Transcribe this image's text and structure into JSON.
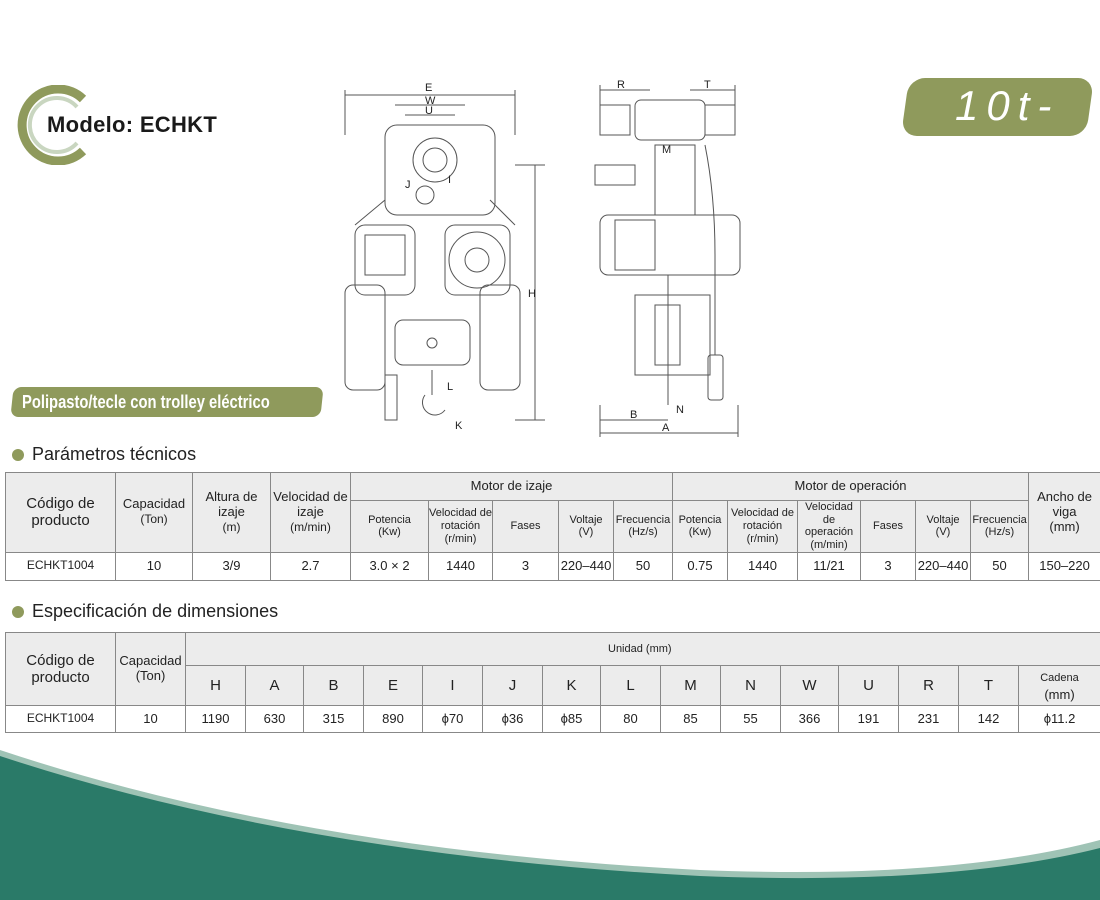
{
  "header": {
    "model_label": "Modelo: ECHKT",
    "capacity_badge": "10t-",
    "subtitle": "Polipasto/tecle con trolley eléctrico"
  },
  "drawing": {
    "labels": {
      "E": "E",
      "W": "W",
      "U": "U",
      "J": "J",
      "I": "I",
      "H": "H",
      "L": "L",
      "K": "K",
      "R": "R",
      "T": "T",
      "M": "M",
      "N": "N",
      "B": "B",
      "A": "A"
    }
  },
  "colors": {
    "accent": "#8f9a5c",
    "wave": "#2a7a68"
  },
  "technical": {
    "title": "Parámetros técnicos",
    "headers": {
      "code": "Código de producto",
      "capacity": "Capacidad",
      "capacity_unit": "(Ton)",
      "height": "Altura de izaje",
      "height_unit": "(m)",
      "speed": "Velocidad de izaje",
      "speed_unit": "(m/min)",
      "lift_motor": "Motor de izaje",
      "travel_motor": "Motor de operación",
      "beam": "Ancho de viga",
      "beam_unit": "(mm)",
      "power": "Potencia",
      "power_unit": "(Kw)",
      "rot_speed": "Velocidad de rotación",
      "rot_unit": "(r/min)",
      "op_speed": "Velocidad de operación",
      "op_unit": "(m/min)",
      "phases": "Fases",
      "voltage": "Voltaje",
      "voltage_unit": "(V)",
      "freq": "Frecuencia",
      "freq_unit": "(Hz/s)"
    },
    "row": [
      "ECHKT1004",
      "10",
      "3/9",
      "2.7",
      "3.0 × 2",
      "1440",
      "3",
      "220–440",
      "50",
      "0.75",
      "1440",
      "11/21",
      "3",
      "220–440",
      "50",
      "150–220"
    ]
  },
  "dimensions": {
    "title": "Especificación de dimensiones",
    "headers": {
      "code": "Código de producto",
      "capacity": "Capacidad",
      "capacity_unit": "(Ton)",
      "unit": "Unidad (mm)",
      "chain": "Cadena",
      "chain_unit": "(mm)"
    },
    "columns": [
      "H",
      "A",
      "B",
      "E",
      "I",
      "J",
      "K",
      "L",
      "M",
      "N",
      "W",
      "U",
      "R",
      "T"
    ],
    "row": [
      "ECHKT1004",
      "10",
      "1190",
      "630",
      "315",
      "890",
      "ϕ70",
      "ϕ36",
      "ϕ85",
      "80",
      "85",
      "55",
      "366",
      "191",
      "231",
      "142",
      "ϕ11.2"
    ]
  }
}
